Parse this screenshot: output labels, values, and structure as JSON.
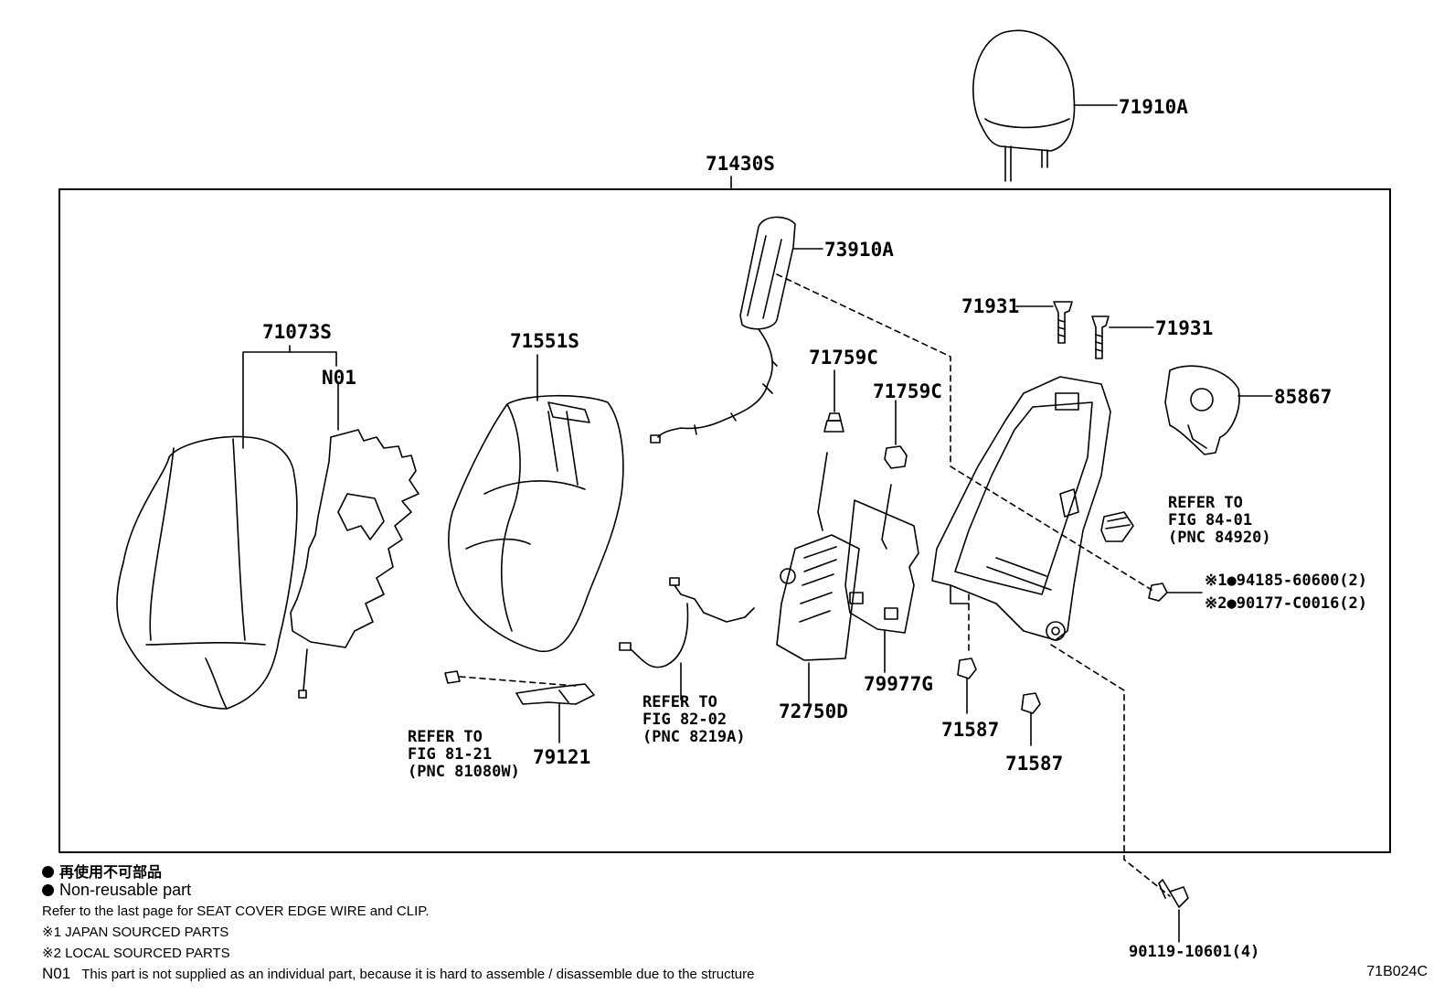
{
  "parts": {
    "p71910A": "71910A",
    "p71430S": "71430S",
    "p73910A": "73910A",
    "p71931a": "71931",
    "p71931b": "71931",
    "p71073S": "71073S",
    "pN01": "N01",
    "p71551S": "71551S",
    "p71759Ca": "71759C",
    "p71759Cb": "71759C",
    "p85867": "85867",
    "p79977G": "79977G",
    "p72750D": "72750D",
    "p79121": "79121",
    "p71587a": "71587",
    "p71587b": "71587",
    "p94185": "※1●94185-60600(2)",
    "p90177": "※2●90177-C0016(2)",
    "p90119": "90119-10601(4)"
  },
  "refs": {
    "r84_1": "REFER TO",
    "r84_2": "FIG 84-01",
    "r84_3": "(PNC 84920)",
    "r82_1": "REFER TO",
    "r82_2": "FIG 82-02",
    "r82_3": "(PNC 8219A)",
    "r81_1": "REFER TO",
    "r81_2": "FIG 81-21",
    "r81_3": "(PNC 81080W)"
  },
  "notes": {
    "jp": "再使用不可部品",
    "nonreusable": "Non-reusable part",
    "refer": "Refer to the last page for SEAT COVER EDGE WIRE and CLIP.",
    "japan": "※1 JAPAN SOURCED PARTS",
    "local": "※2 LOCAL SOURCED PARTS",
    "n01_key": "N01",
    "n01_text": "This part is not supplied as an individual part, because it is hard to assemble / disassemble due to the structure"
  },
  "diagram_code": "71B024C"
}
